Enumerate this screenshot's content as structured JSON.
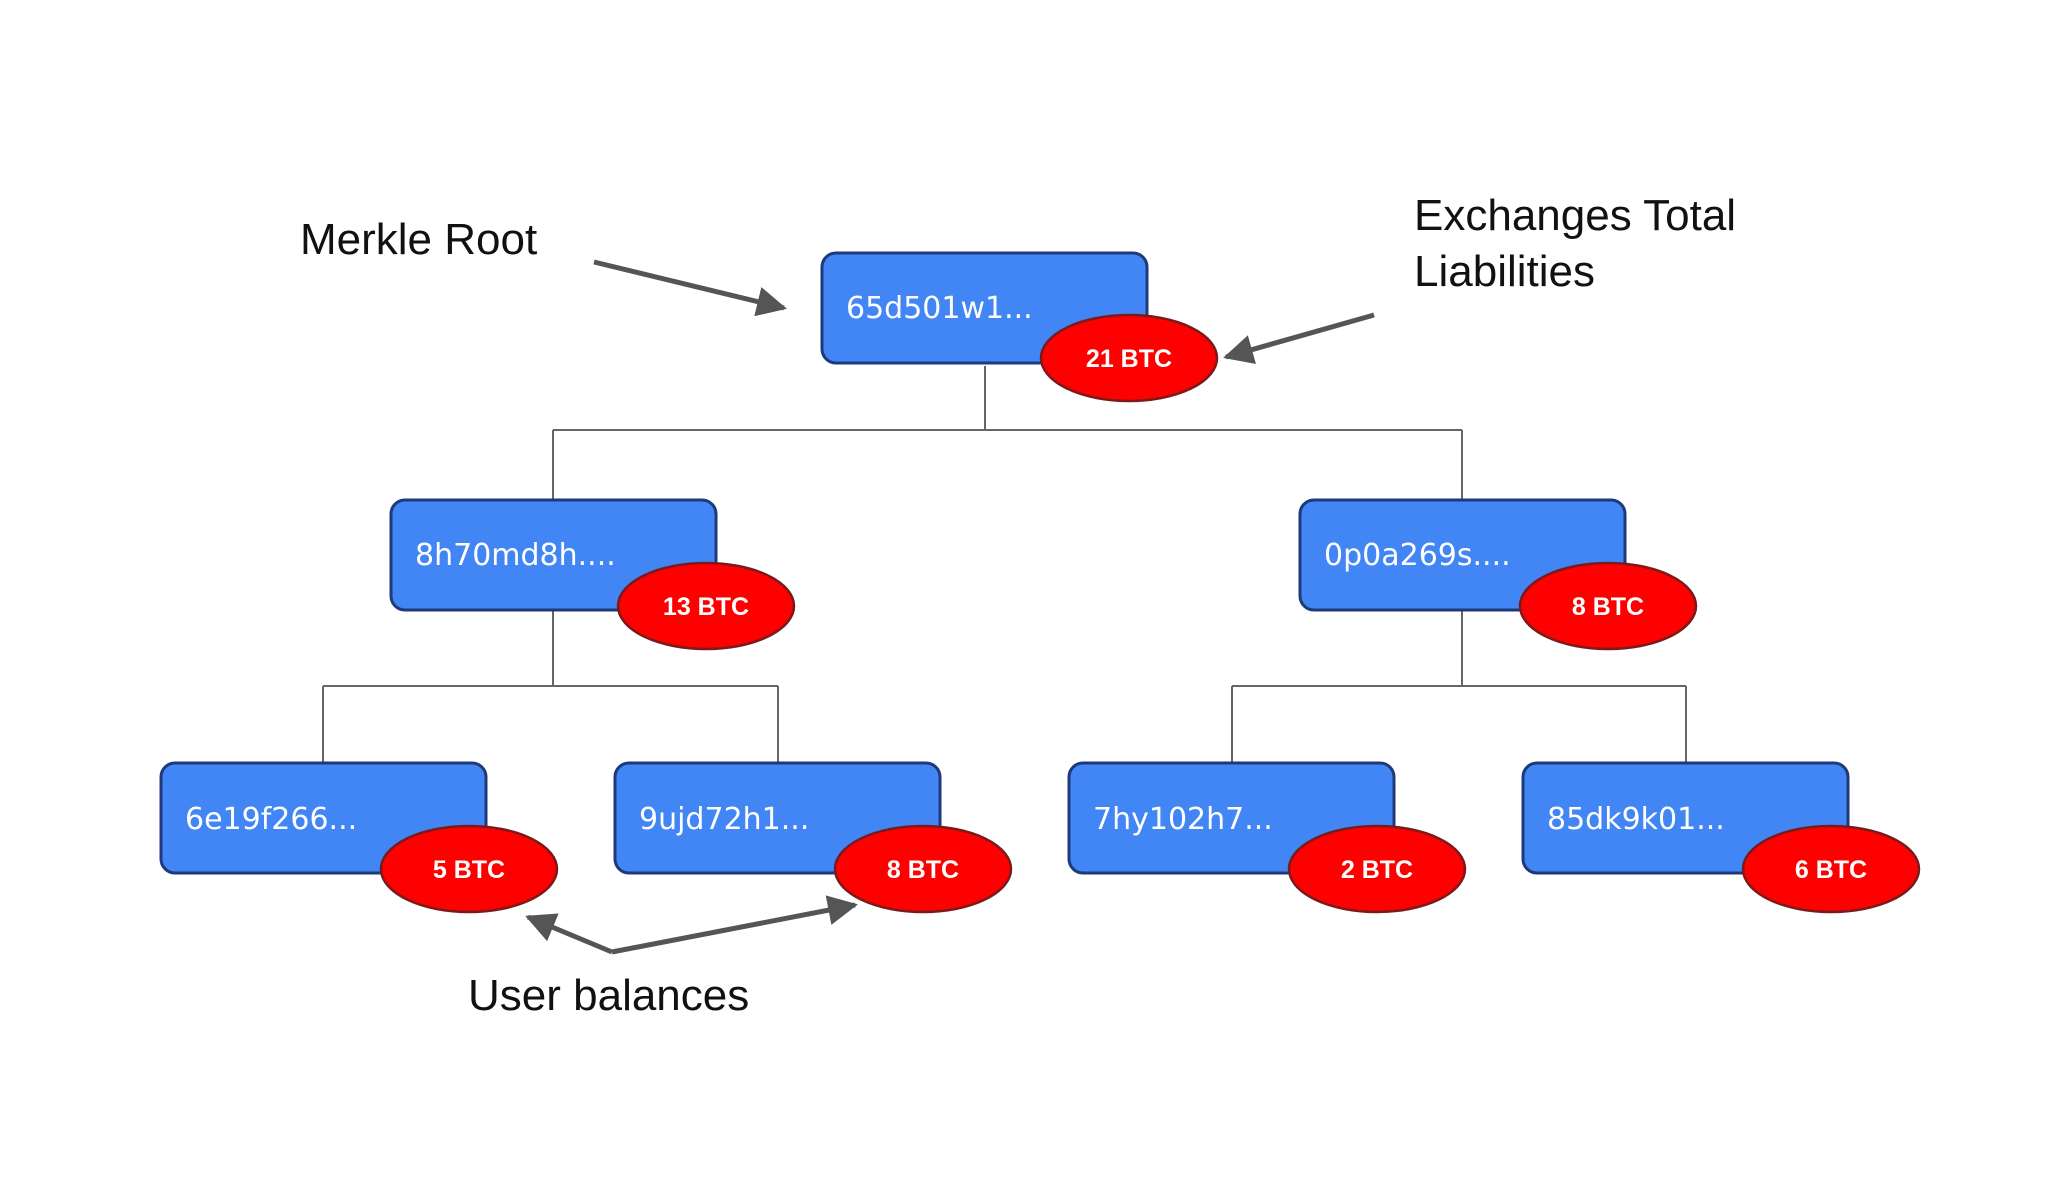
{
  "colors": {
    "node_fill": "#4285f4",
    "node_border": "#1e3a7a",
    "badge_fill": "#ff0000",
    "badge_border": "#7a1a1a",
    "connector": "#666666",
    "arrow": "#555555",
    "label": "#111111"
  },
  "annotations": {
    "merkle_root": "Merkle Root",
    "liabilities_line1": "Exchanges Total",
    "liabilities_line2": "Liabilities",
    "user_balances": "User balances"
  },
  "tree": {
    "root": {
      "hash": "65d501w1...",
      "balance": "21 BTC"
    },
    "level1": [
      {
        "hash": "8h70md8h....",
        "balance": "13 BTC"
      },
      {
        "hash": "0p0a269s....",
        "balance": "8 BTC"
      }
    ],
    "leaves": [
      {
        "hash": "6e19f266...",
        "balance": "5 BTC"
      },
      {
        "hash": "9ujd72h1...",
        "balance": "8 BTC"
      },
      {
        "hash": "7hy102h7...",
        "balance": "2 BTC"
      },
      {
        "hash": "85dk9k01...",
        "balance": "6 BTC"
      }
    ]
  }
}
